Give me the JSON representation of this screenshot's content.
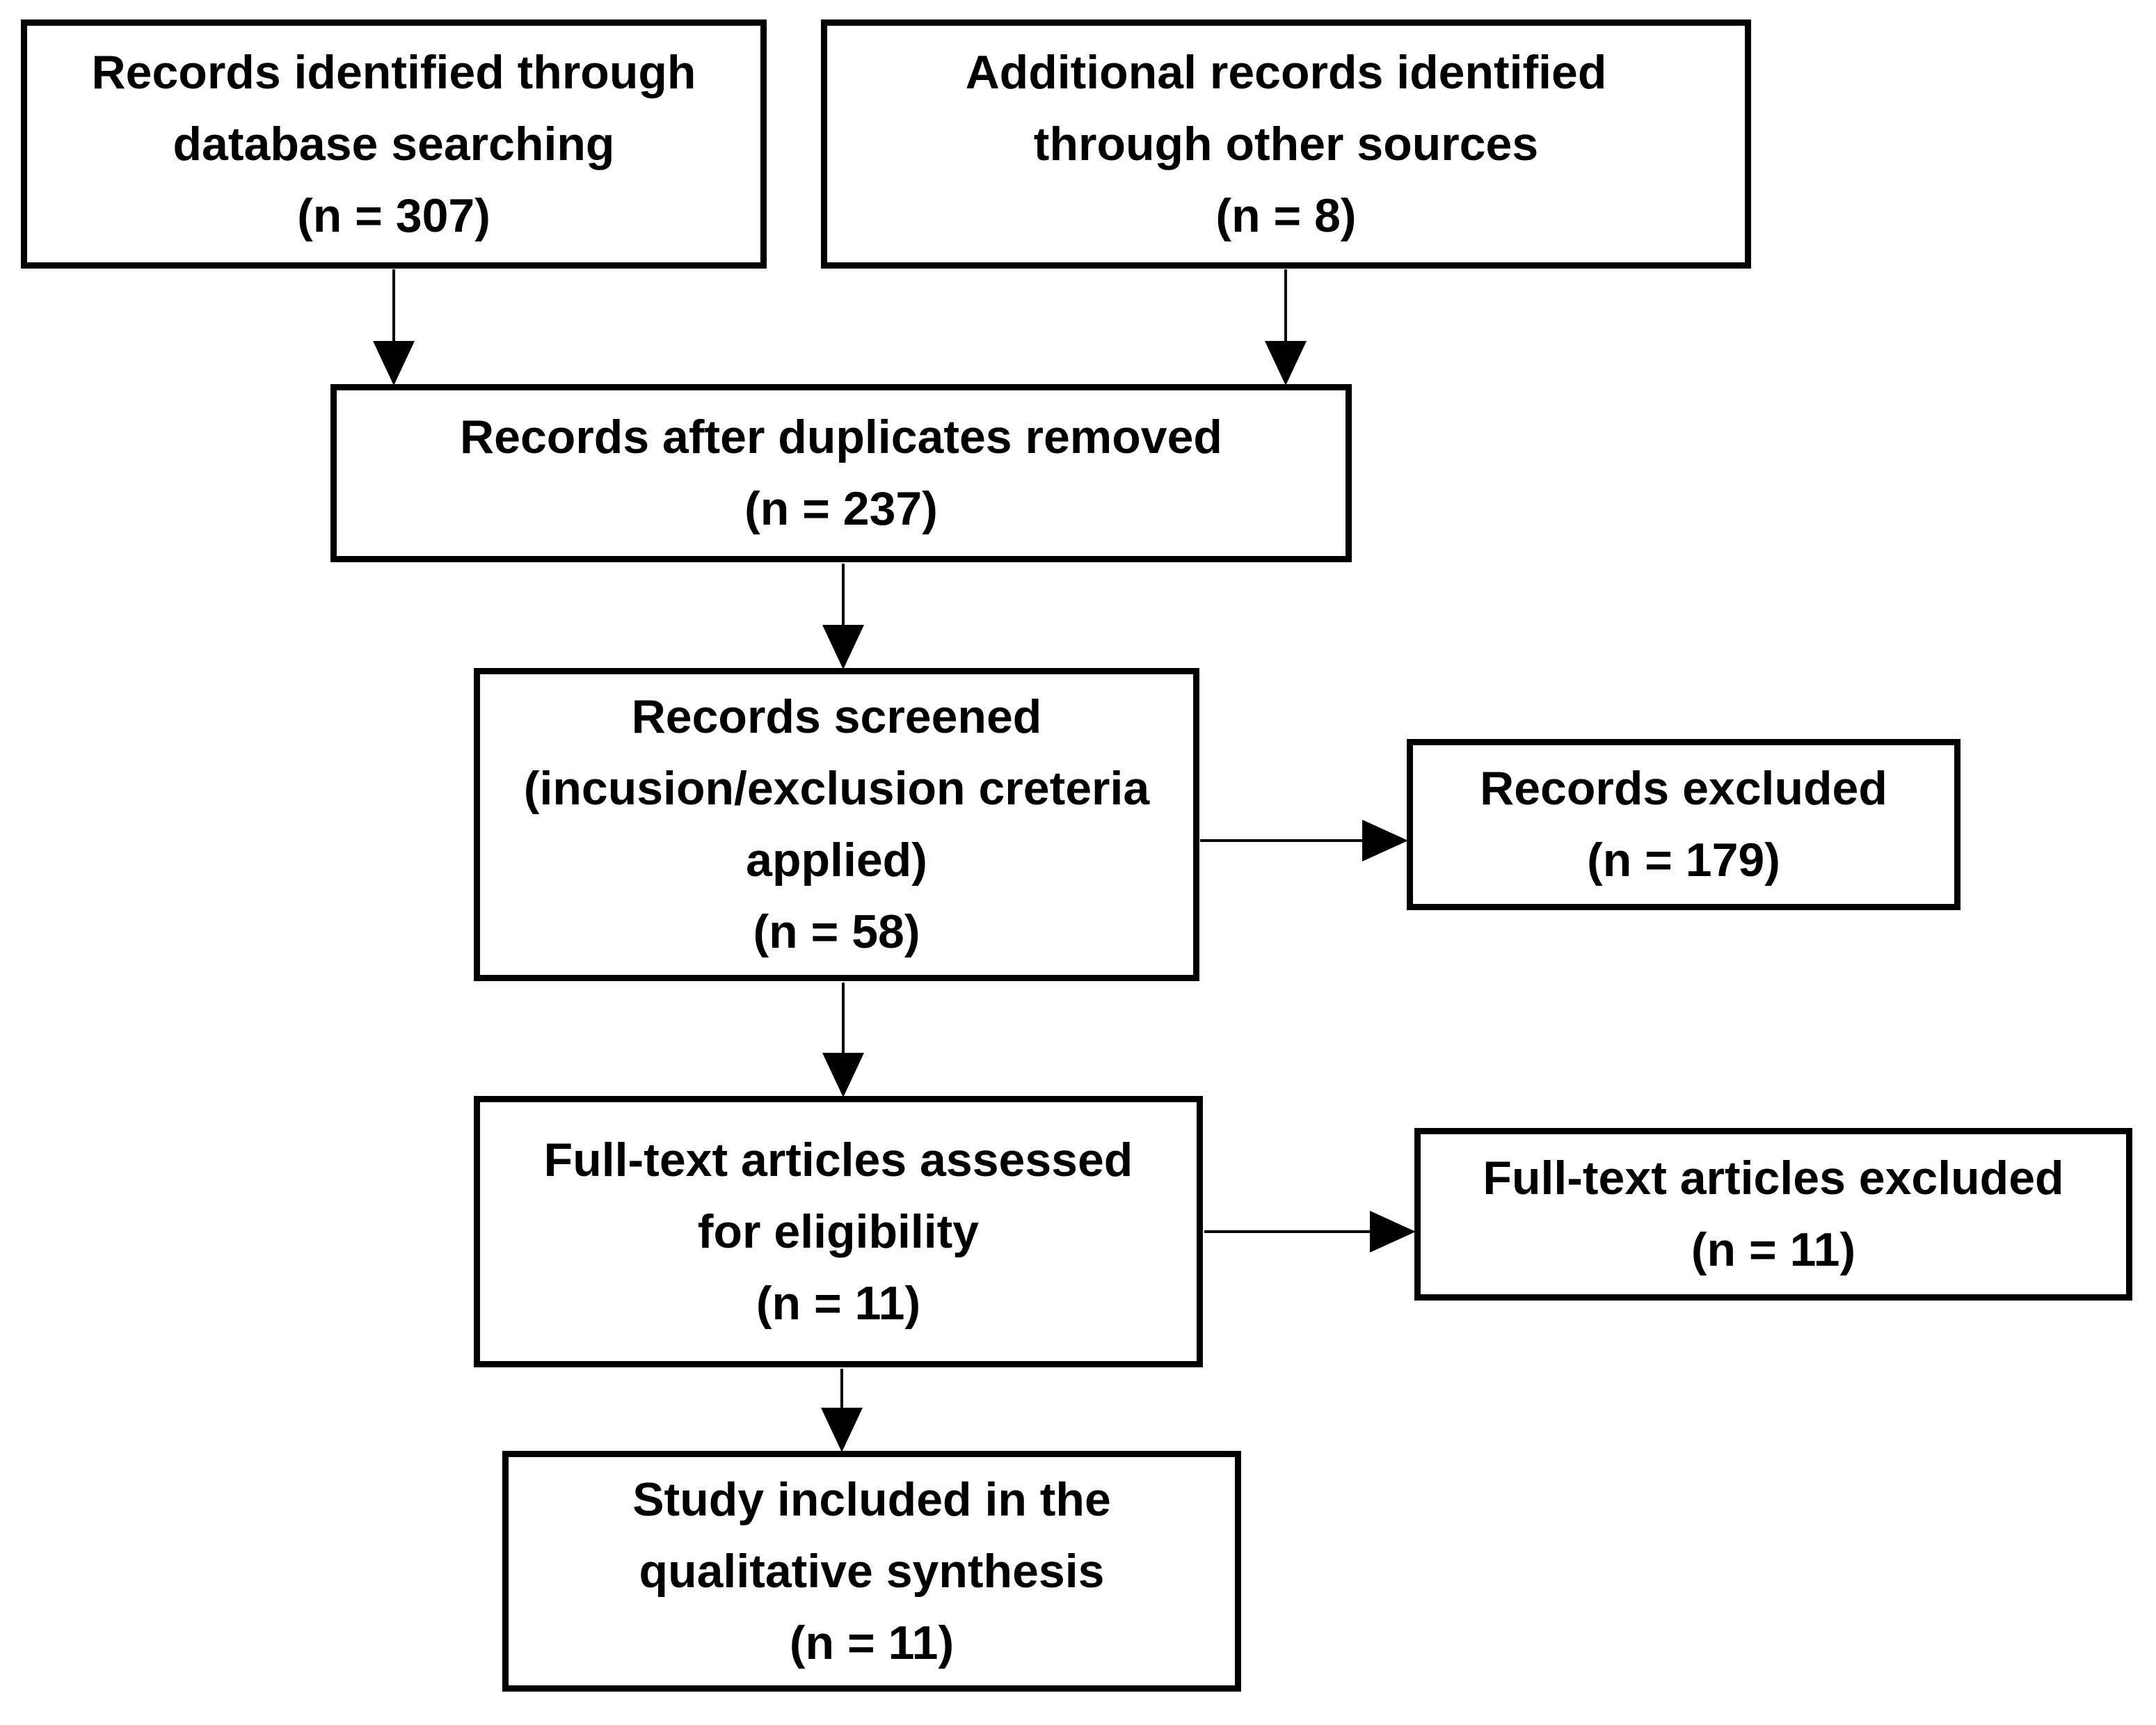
{
  "diagram_type": "study-selection-flowchart",
  "colors": {
    "background": "#ffffff",
    "box_border": "#000000",
    "text": "#000000",
    "arrow": "#000000"
  },
  "boxes": {
    "records_identified": {
      "n": 307,
      "lines": [
        "Records identified through",
        "database searching",
        "(n = 307)"
      ]
    },
    "additional_records": {
      "n": 8,
      "lines": [
        "Additional records identified",
        "through other sources",
        "(n = 8)"
      ]
    },
    "after_duplicates": {
      "n": 237,
      "lines": [
        "Records after duplicates removed",
        "(n = 237)"
      ]
    },
    "records_screened": {
      "n": 58,
      "lines": [
        "Records screened",
        "(incusion/exclusion creteria",
        "applied)",
        "(n = 58)"
      ]
    },
    "records_excluded": {
      "n": 179,
      "lines": [
        "Records excluded",
        "(n = 179)"
      ]
    },
    "fulltext_assessed": {
      "n": 11,
      "lines": [
        "Full-text articles assessed",
        "for eligibility",
        "(n = 11)"
      ]
    },
    "fulltext_excluded": {
      "n": 11,
      "lines": [
        "Full-text articles excluded",
        "(n = 11)"
      ]
    },
    "study_included": {
      "n": 11,
      "lines": [
        "Study included in the",
        "qualitative synthesis",
        "(n = 11)"
      ]
    }
  }
}
